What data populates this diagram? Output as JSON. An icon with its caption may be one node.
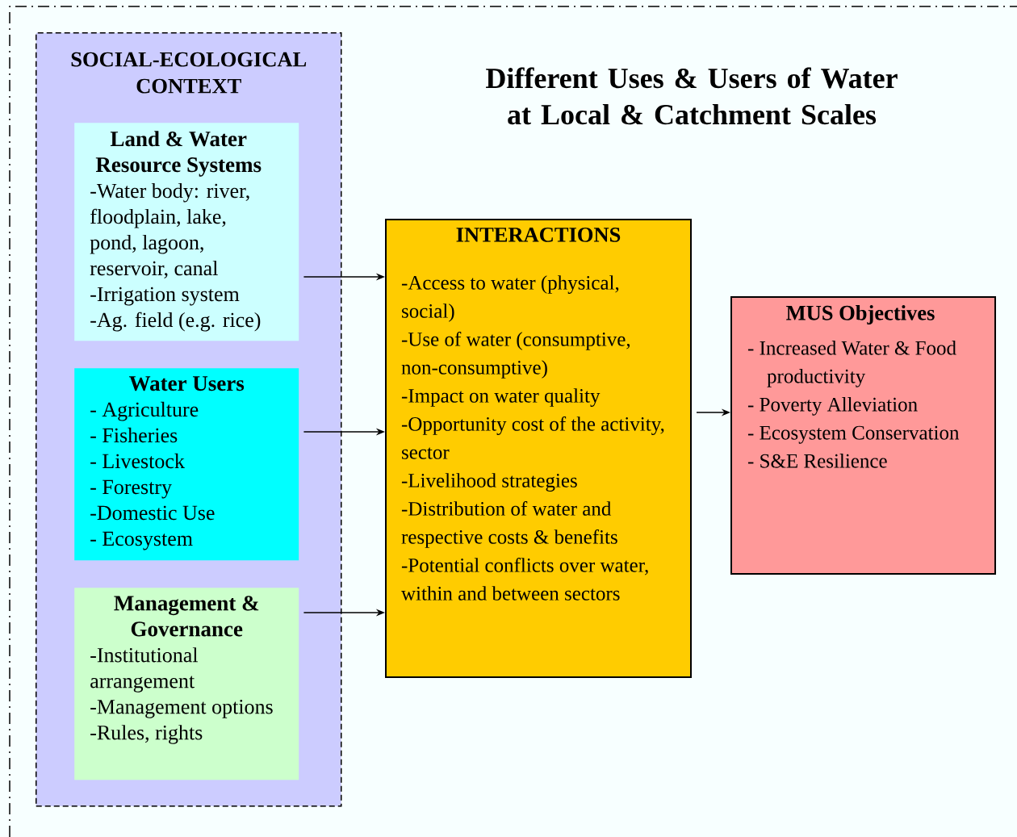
{
  "diagram": {
    "title": "Different Uses & Users of Water at Local & Catchment Scales",
    "nodes": [
      {
        "text": [
          "SOCIAL-ECOLOGICAL CONTEXT"
        ]
      },
      {
        "text": [
          "Land & Water Resource Systems",
          "-Water body: river, floodplain, lake, pond, lagoon, reservoir, canal",
          "-Irrigation system",
          "-Ag. field (e.g. rice)"
        ],
        "in": 0
      },
      {
        "text": [
          "Water Users",
          "- Agriculture",
          "- Fisheries",
          "- Livestock",
          "- Forestry",
          "-Domestic Use",
          "- Ecosystem"
        ],
        "in": 0
      },
      {
        "text": [
          "Management & Governance",
          "-Institutional arrangement",
          "-Management options",
          "-Rules, rights"
        ],
        "in": 0
      },
      {
        "text": [
          "INTERACTIONS",
          "-Access to water (physical, social)",
          "-Use of water (consumptive, non-consumptive)",
          "-Impact on water quality",
          "-Opportunity cost of the activity, sector",
          "-Livelihood strategies",
          "-Distribution of water and respective costs & benefits",
          "-Potential conflicts over water, within and between sectors"
        ]
      },
      {
        "text": [
          "MUS Objectives",
          "- Increased Water & Food productivity",
          "- Poverty Alleviation",
          "- Ecosystem Conservation",
          "- S&E Resilience"
        ]
      }
    ],
    "edges": [
      {
        "from": 1,
        "to": 4,
        "arrow": "to"
      },
      {
        "from": 2,
        "to": 4,
        "arrow": "to"
      },
      {
        "from": 3,
        "to": 4,
        "arrow": "to"
      },
      {
        "from": 4,
        "to": 5,
        "arrow": "to"
      }
    ]
  }
}
